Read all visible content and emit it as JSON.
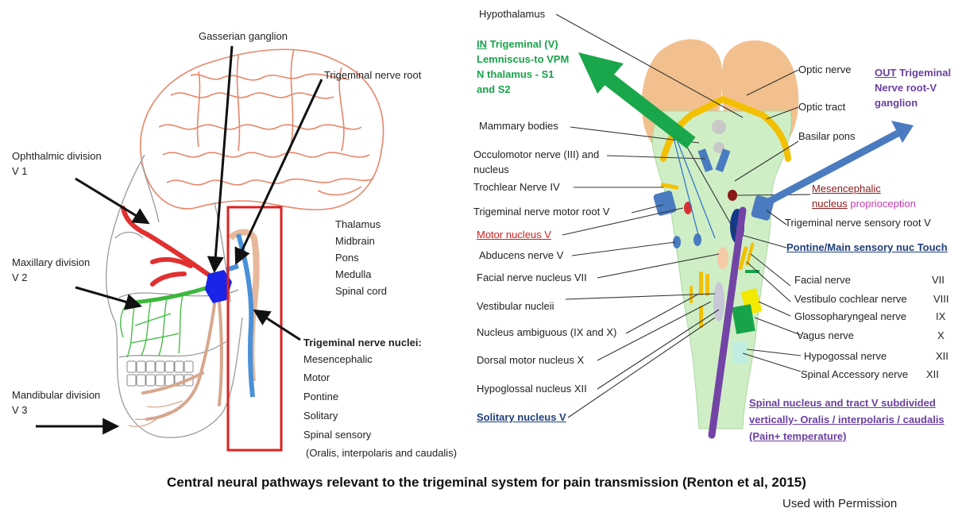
{
  "left_labels": {
    "gasserian_ganglion": "Gasserian ganglion",
    "trigeminal_nerve_root": "Trigeminal nerve root",
    "ophthalmic_division": "Ophthalmic division",
    "ophthalmic_v": "V 1",
    "maxillary_division": "Maxillary division",
    "maxillary_v": "V 2",
    "mandibular_division": "Mandibular division",
    "mandibular_v": "V 3",
    "brainstem_levels": [
      "Thalamus",
      "Midbrain",
      "Pons",
      "Medulla",
      "Spinal cord"
    ],
    "nuclei_title": "Trigeminal nerve nuclei:",
    "nuclei": [
      "Mesencephalic",
      "Motor",
      "Pontine",
      "Solitary",
      "Spinal sensory",
      "(Oralis, interpolaris and caudalis)"
    ]
  },
  "right_labels": {
    "hypothalamus": "Hypothalamus",
    "in_pathway": [
      "IN",
      " Trigeminal (V)",
      "Lemniscus-to VPM",
      "N thalamus - S1",
      "and S2"
    ],
    "out_pathway": [
      "OUT",
      " Trigeminal",
      "Nerve root-V",
      "ganglion"
    ],
    "optic_nerve": "Optic nerve",
    "optic_tract": "Optic tract",
    "basilar_pons": "Basilar pons",
    "mammary_bodies": "Mammary bodies",
    "occulomotor": [
      "Occulomotor nerve (III) and",
      "nucleus"
    ],
    "trochlear": "Trochlear Nerve IV",
    "motor_root": "Trigeminal nerve motor root V",
    "motor_nucleus": "Motor nucleus V",
    "abducens": "Abducens nerve V",
    "facial_nucleus": "Facial nerve nucleus VII",
    "vestibular_nuclei": "Vestibular nucleii",
    "ambiguous": "Nucleus ambiguous (IX and X)",
    "dorsal_motor": "Dorsal motor nucleus X",
    "hypoglossal_nucleus": "Hypoglossal nucleus XII",
    "solitary_nucleus": "Solitary nucleus V",
    "mesencephalic": [
      "Mesencephalic",
      "nucleus",
      " proprioception"
    ],
    "sensory_root": "Trigeminal nerve sensory root V",
    "pontine_main": "Pontine/Main sensory nuc Touch",
    "facial_nerve": [
      "Facial nerve",
      "VII"
    ],
    "vestibulo": [
      "Vestibulo cochlear nerve",
      "VIII"
    ],
    "glosso": [
      "Glossopharyngeal nerve",
      "IX"
    ],
    "vagus": [
      "Vagus nerve",
      "X"
    ],
    "hypoglossal_nerve": [
      "Hypogossal nerve",
      "XII"
    ],
    "spinal_accessory": [
      "Spinal Accessory nerve",
      "XII"
    ],
    "spinal_nucleus": [
      "Spinal nucleus and tract  V subdivided",
      "vertically- Oralis / interpolaris / caudalis",
      "(Pain+ temperature)"
    ]
  },
  "caption": "Central neural pathways relevant to the trigeminal system for pain transmission (Renton et al, 2015)",
  "permission": "Used with Permission",
  "colors": {
    "brain": "#e8866a",
    "skull": "#9a9a9a",
    "ophthalmic": "#e03030",
    "maxillary": "#3cb83c",
    "mandibular": "#d7a78e",
    "ganglion": "#1a23e8",
    "brainstem_blue": "#4a90d9",
    "brainstem_fill": "#cfeec6",
    "cerebrum_peach": "#f2c08e",
    "optic_yellow": "#f3c000",
    "in_arrow": "#1aa64a",
    "out_arrow": "#4a7bc0",
    "spinal_purple": "#7344a6",
    "box_red": "#e02020"
  }
}
